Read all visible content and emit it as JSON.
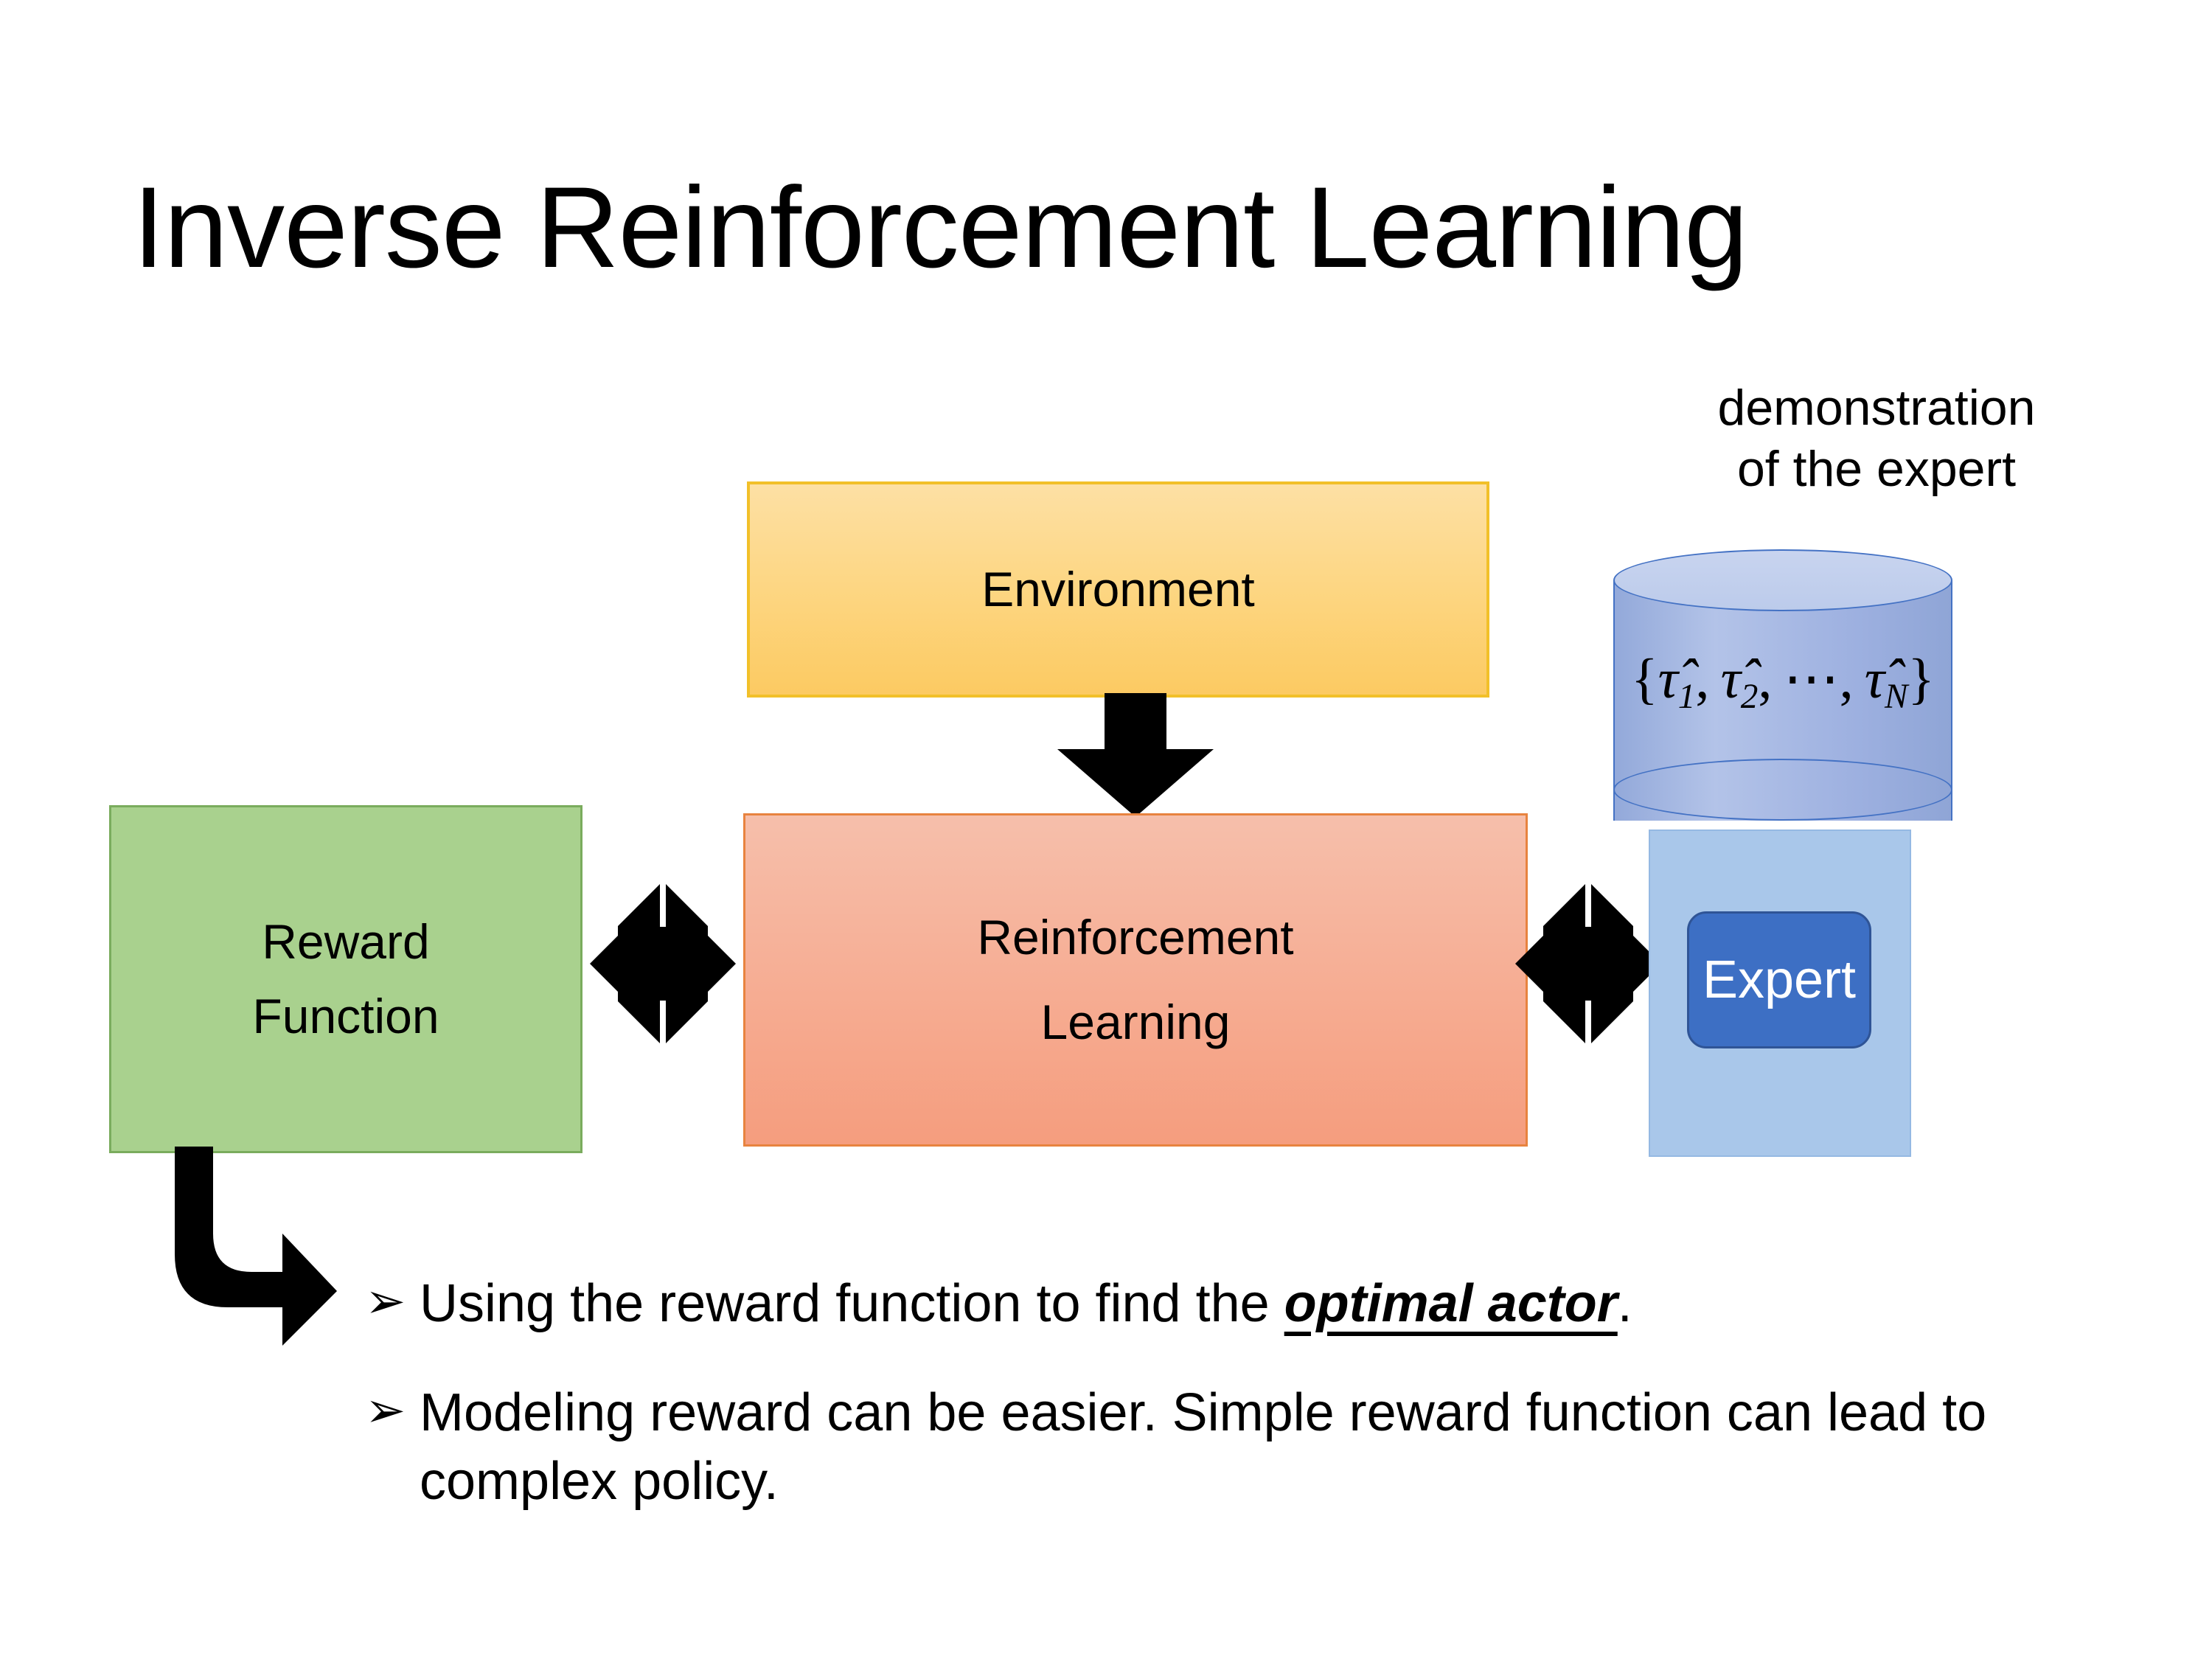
{
  "slide": {
    "title": "Inverse Reinforcement Learning"
  },
  "diagram": {
    "reward_box": {
      "line1": "Reward",
      "line2": "Function",
      "color": "#A9D18E"
    },
    "rl_box": {
      "line1": "Reinforcement",
      "line2": "Learning",
      "color_top": "#F6BFAB",
      "color_bottom": "#F59D7E"
    },
    "environment_box": {
      "label": "Environment",
      "color_top": "#FDE0A4",
      "color_bottom": "#FCCA62"
    },
    "demonstration": {
      "label_line1": "demonstration",
      "label_line2": "of the expert",
      "cylinder_formula": "{τ̂1, τ̂2, ⋯, τ̂N}",
      "cylinder_open": "{",
      "cylinder_tau": "τ̂",
      "cylinder_sub1": "1",
      "cylinder_sub2": "2",
      "cylinder_ellipsis": "⋯",
      "cylinder_subN": "N",
      "cylinder_close": "}",
      "cylinder_comma": ",",
      "color_body": "#9DB0E0",
      "color_top": "#C8D4EF"
    },
    "expert_box": {
      "label": "Expert",
      "color": "#3D6FC4",
      "panel_color": "#A9C7EA"
    },
    "arrows": {
      "environment_to_rl": "down-arrow-icon",
      "reward_to_rl": "quad-arrow-icon",
      "rl_to_expert": "quad-arrow-icon",
      "reward_to_bullet": "elbow-arrow-icon"
    }
  },
  "bullets": {
    "marker": "➢",
    "items": [
      {
        "prefix": "Using the reward function to find the ",
        "emphasis": "optimal actor",
        "suffix": "."
      },
      {
        "prefix": "Modeling reward can be easier. Simple reward function can lead to complex policy.",
        "emphasis": "",
        "suffix": ""
      }
    ]
  }
}
